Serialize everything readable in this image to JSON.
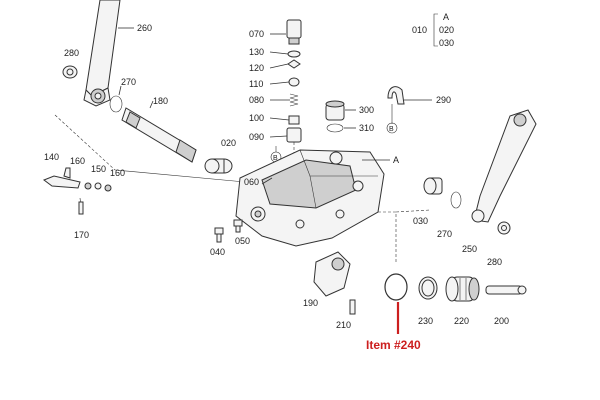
{
  "labels": {
    "p260": "260",
    "p280a": "280",
    "p270a": "270",
    "p180": "180",
    "p140": "140",
    "p160a": "160",
    "p150": "150",
    "p160b": "160",
    "p170": "170",
    "p070": "070",
    "p130": "130",
    "p120": "120",
    "p110": "110",
    "p080": "080",
    "p100": "100",
    "p090": "090",
    "p020": "020",
    "p060": "060",
    "p040": "040",
    "p050": "050",
    "p300": "300",
    "p310": "310",
    "p290": "290",
    "p010": "010",
    "ref_a": "A",
    "ref_020": "020",
    "ref_030": "030",
    "callout_a": "A",
    "p030": "030",
    "p270b": "270",
    "p250": "250",
    "p280b": "280",
    "p190": "190",
    "p210": "210",
    "p230": "230",
    "p220": "220",
    "p200": "200",
    "b_mark1": "B",
    "b_mark2": "B"
  },
  "highlight": {
    "text": "Item #240",
    "color": "#cc1f1f"
  }
}
